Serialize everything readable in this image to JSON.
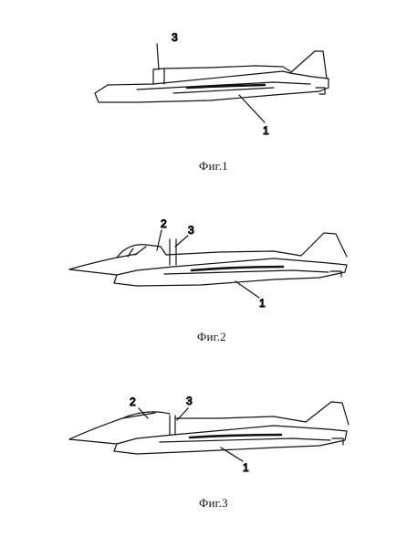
{
  "figures": [
    {
      "caption": "Фиг.1",
      "labels": {
        "one": "1",
        "three": "3"
      }
    },
    {
      "caption": "Фиг.2",
      "labels": {
        "one": "1",
        "two": "2",
        "three": "3"
      }
    },
    {
      "caption": "Фиг.3",
      "labels": {
        "one": "1",
        "two": "2",
        "three": "3"
      }
    }
  ]
}
